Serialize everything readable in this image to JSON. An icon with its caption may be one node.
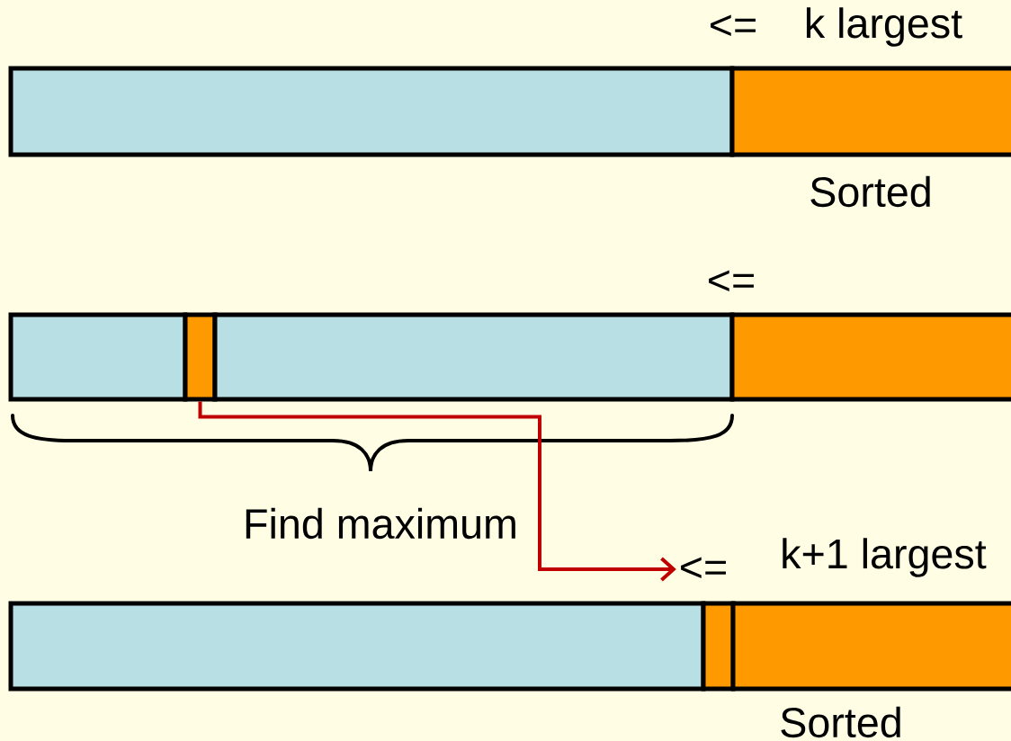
{
  "diagram": {
    "nodes": [
      {
        "text": [],
        "shape": "bar"
      },
      {
        "text": [],
        "shape": "bar"
      },
      {
        "text": [],
        "shape": "bar"
      },
      {
        "text": [],
        "shape": "bar"
      },
      {
        "text": [],
        "shape": "bar"
      },
      {
        "text": [],
        "shape": "bar"
      },
      {
        "text": [
          "<="
        ]
      },
      {
        "text": [],
        "shape": "bar"
      },
      {
        "text": [],
        "shape": "bar"
      },
      {
        "text": [],
        "shape": "bar"
      }
    ],
    "edges": [
      {
        "from": 3,
        "to": 6,
        "arrow": "to",
        "color": "#c00000"
      }
    ],
    "labels": [
      "<=",
      "k largest",
      "Sorted",
      "<=",
      "Find maximum",
      "k+1 largest",
      "Sorted"
    ]
  }
}
